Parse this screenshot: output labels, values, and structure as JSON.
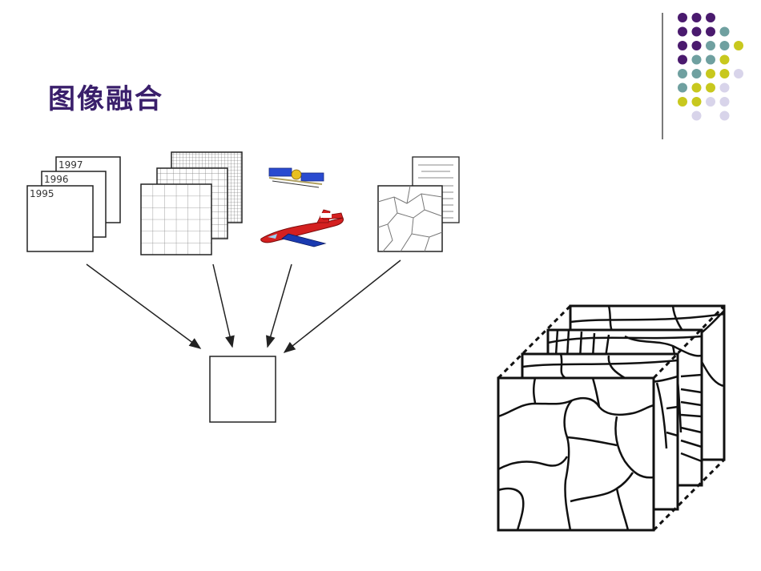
{
  "title": "图像融合",
  "year_labels": [
    "1997",
    "1996",
    "1995"
  ],
  "colors": {
    "title": "#3a1f6b",
    "dot_purple": "#4a1a6e",
    "dot_teal": "#6fa0a0",
    "dot_yellow": "#c8c81e",
    "dot_lavender": "#d8d4ea",
    "plane_red": "#d42020",
    "plane_blue": "#1a3ab0"
  },
  "decor_dots": [
    [
      "purple",
      "purple",
      "purple",
      "none",
      "none"
    ],
    [
      "purple",
      "purple",
      "purple",
      "teal",
      "none"
    ],
    [
      "purple",
      "purple",
      "teal",
      "teal",
      "yellow"
    ],
    [
      "purple",
      "teal",
      "teal",
      "yellow",
      "none"
    ],
    [
      "teal",
      "teal",
      "yellow",
      "yellow",
      "lavender"
    ],
    [
      "teal",
      "yellow",
      "yellow",
      "lavender",
      "none"
    ],
    [
      "yellow",
      "yellow",
      "lavender",
      "lavender",
      "none"
    ],
    [
      "none",
      "lavender",
      "none",
      "lavender",
      "none"
    ]
  ],
  "icons": {
    "stack_years": "temporal-image-stack-icon",
    "stack_grids": "grid-resolution-stack-icon",
    "sensors": "satellite-and-aircraft-icon",
    "stack_maps": "map-and-document-stack-icon",
    "output": "fused-output-frame-icon",
    "layers": "layered-maps-icon"
  }
}
